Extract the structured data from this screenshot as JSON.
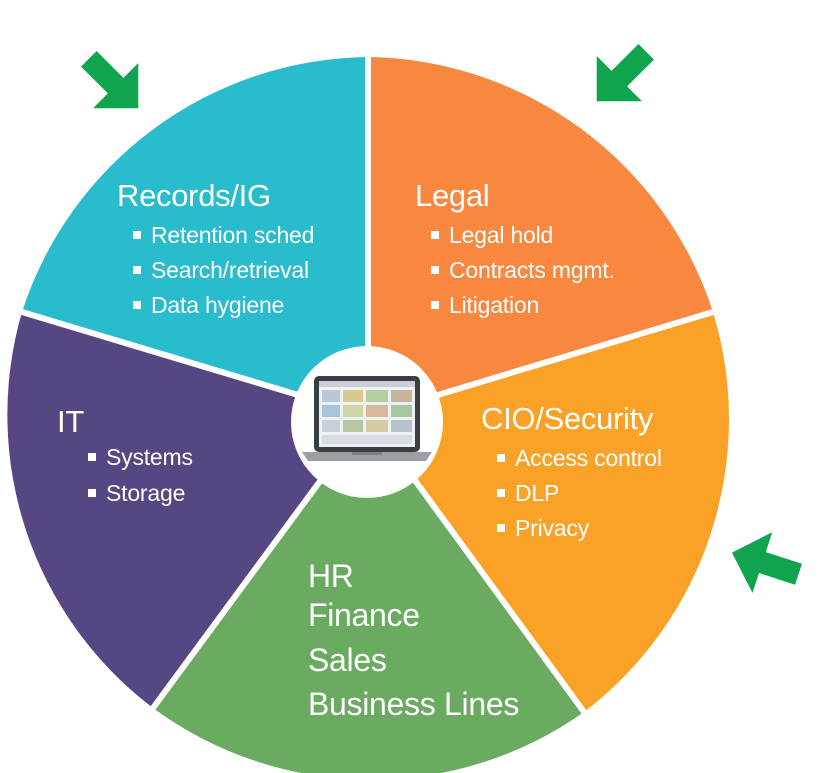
{
  "colors": {
    "records": "#29bccd",
    "legal": "#f8873f",
    "security": "#f9a227",
    "business": "#6aaa61",
    "it": "#564783",
    "arrow": "#11a44f",
    "separator": "#ffffff"
  },
  "segments": {
    "records": {
      "title": "Records/IG",
      "items": [
        "Retention sched",
        "Search/retrieval",
        "Data hygiene"
      ]
    },
    "legal": {
      "title": "Legal",
      "items": [
        "Legal hold",
        "Contracts mgmt.",
        "Litigation"
      ]
    },
    "security": {
      "title": "CIO/Security",
      "items": [
        "Access control",
        "DLP",
        "Privacy"
      ]
    },
    "business": {
      "lines": [
        "HR",
        "Finance",
        "Sales",
        "Business Lines"
      ]
    },
    "it": {
      "title": "IT",
      "items": [
        "Systems",
        "Storage"
      ]
    }
  },
  "center_icon": "laptop-dashboard-icon",
  "arrow_icon": "green-arrow-icon"
}
